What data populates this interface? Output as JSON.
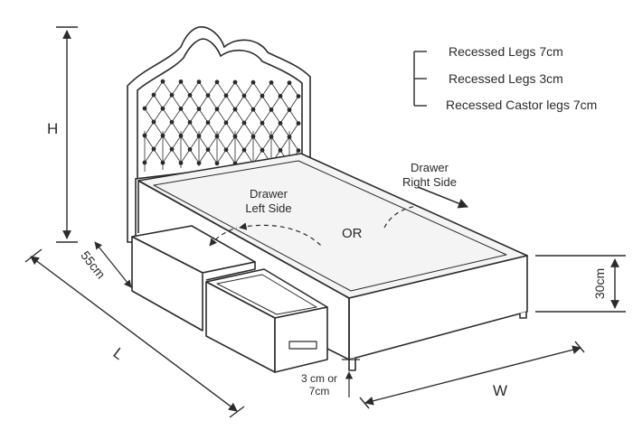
{
  "legend": {
    "items": [
      {
        "label": "Recessed Legs 7cm"
      },
      {
        "label": "Recessed Legs 3cm"
      },
      {
        "label": "Recessed Castor legs 7cm"
      }
    ]
  },
  "dimensions": {
    "height": "H",
    "length": "L",
    "width": "W",
    "drawer_depth": "55cm",
    "base_height": "30cm",
    "leg_height_line1": "3 cm or",
    "leg_height_line2": "7cm"
  },
  "drawers": {
    "left_line1": "Drawer",
    "left_line2": "Left Side",
    "right_line1": "Drawer",
    "right_line2": "Right Side",
    "or": "OR"
  },
  "colors": {
    "line": "#2b2b2b",
    "mattress_fill": "#f4f4f4"
  }
}
